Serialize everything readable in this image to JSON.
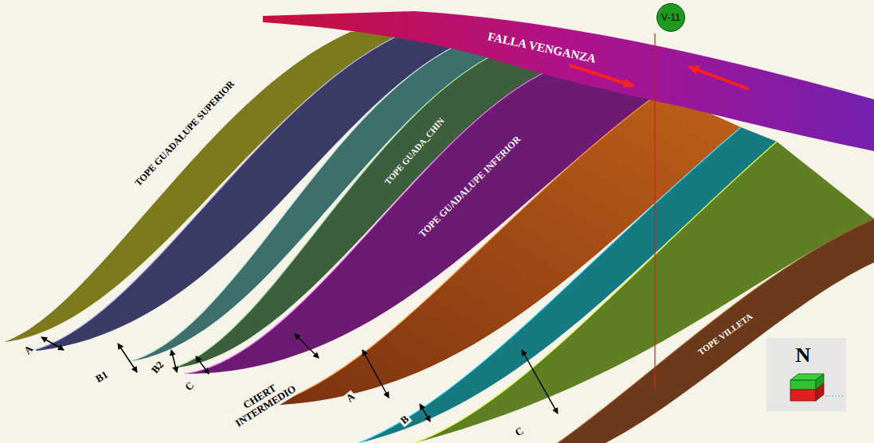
{
  "diagram": {
    "nodes": [
      {
        "text": [
          "V-11"
        ]
      }
    ],
    "labels": [
      "FALLA VENGANZA",
      "TOPE GUADALUPE SUPERIOR",
      "TOPE GUADA_CHIN",
      "TOPE GUADALUPE INFERIOR",
      "TOPE VILLETA",
      "A",
      "B1",
      "B2",
      "C",
      "CHERT INTERMEDIO",
      "A",
      "B",
      "C",
      "N"
    ]
  }
}
